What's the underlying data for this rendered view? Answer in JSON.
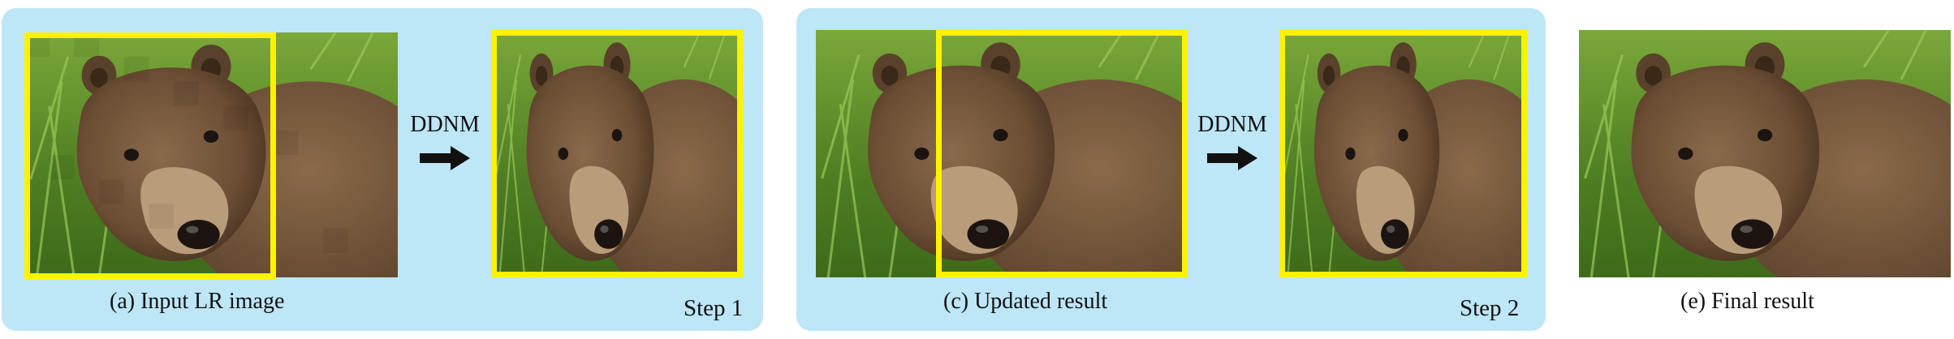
{
  "panel1": {
    "operator_label": "DDNM",
    "caption": "(a) Input LR image",
    "step_label": "Step 1"
  },
  "panel2": {
    "operator_label": "DDNM",
    "caption": "(c) Updated result",
    "step_label": "Step 2"
  },
  "final": {
    "caption": "(e) Final result"
  },
  "colors": {
    "panel_background": "#bde6f7",
    "highlight_box": "#fff200",
    "arrow": "#111111",
    "grass": "#5d8a2c",
    "bear_fur": "#6b4e34"
  },
  "icons": [
    "bear-photo",
    "right-arrow-icon",
    "highlight-box"
  ]
}
